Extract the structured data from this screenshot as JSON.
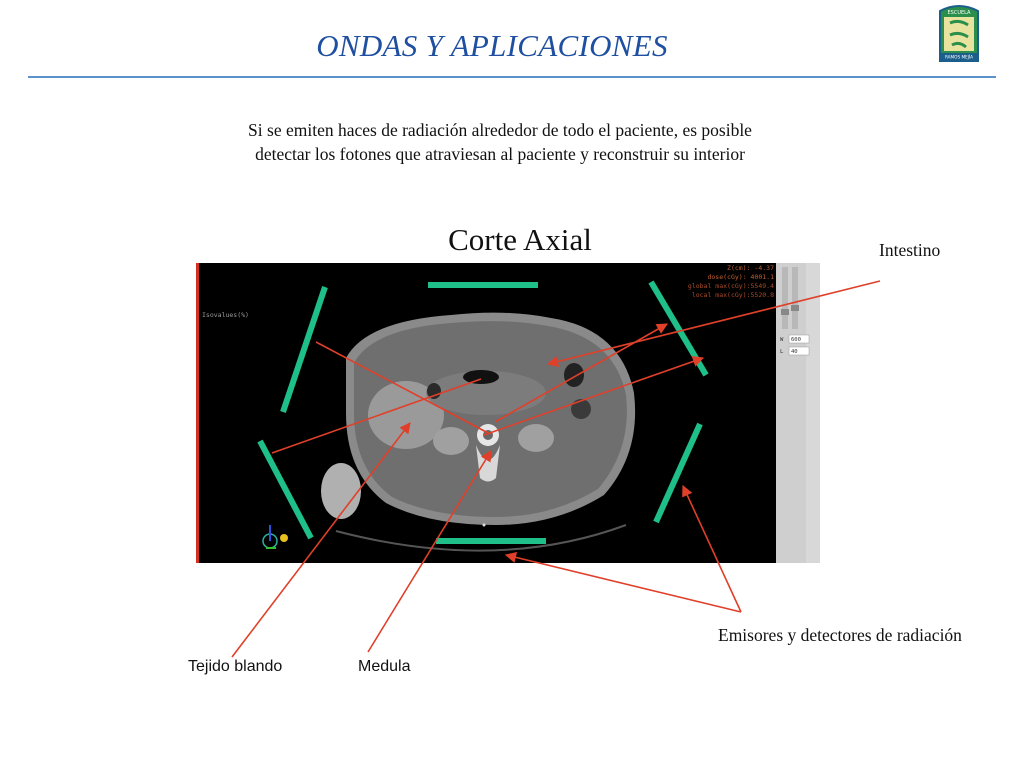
{
  "slide": {
    "title": "ONDAS Y APLICACIONES",
    "intro_line1": "Si se emiten haces de radiación alrededor de todo el paciente, es posible",
    "intro_line2": "detectar los fotones que atraviesan al paciente y reconstruir su interior",
    "image_title": "Corte Axial"
  },
  "logo": {
    "top_text": "ESCUELA",
    "bottom_text": "RAMOS MEJÍA"
  },
  "ct_readout": {
    "line1": "Z(cm):   -4.37",
    "line2": "dose(cGy):  4001.1",
    "line3": "global max(cGy):5549.4",
    "line4": "local max(cGy):5520.8",
    "isovalues": "Isovalues(%)",
    "w_label": "W",
    "w_value": "600",
    "l_label": "L",
    "l_value": "40"
  },
  "labels": {
    "intestino": "Intestino",
    "emisores": "Emisores y detectores de radiación",
    "tejido": "Tejido blando",
    "medula": "Medula"
  },
  "colors": {
    "title": "#1f4fa0",
    "rule": "#5b93c9",
    "emitter": "#1fbf8a",
    "arrow": "#e0402a",
    "ct_background": "#000000",
    "readout_text": "#c06030",
    "side_panel": "#d8d8d8"
  }
}
